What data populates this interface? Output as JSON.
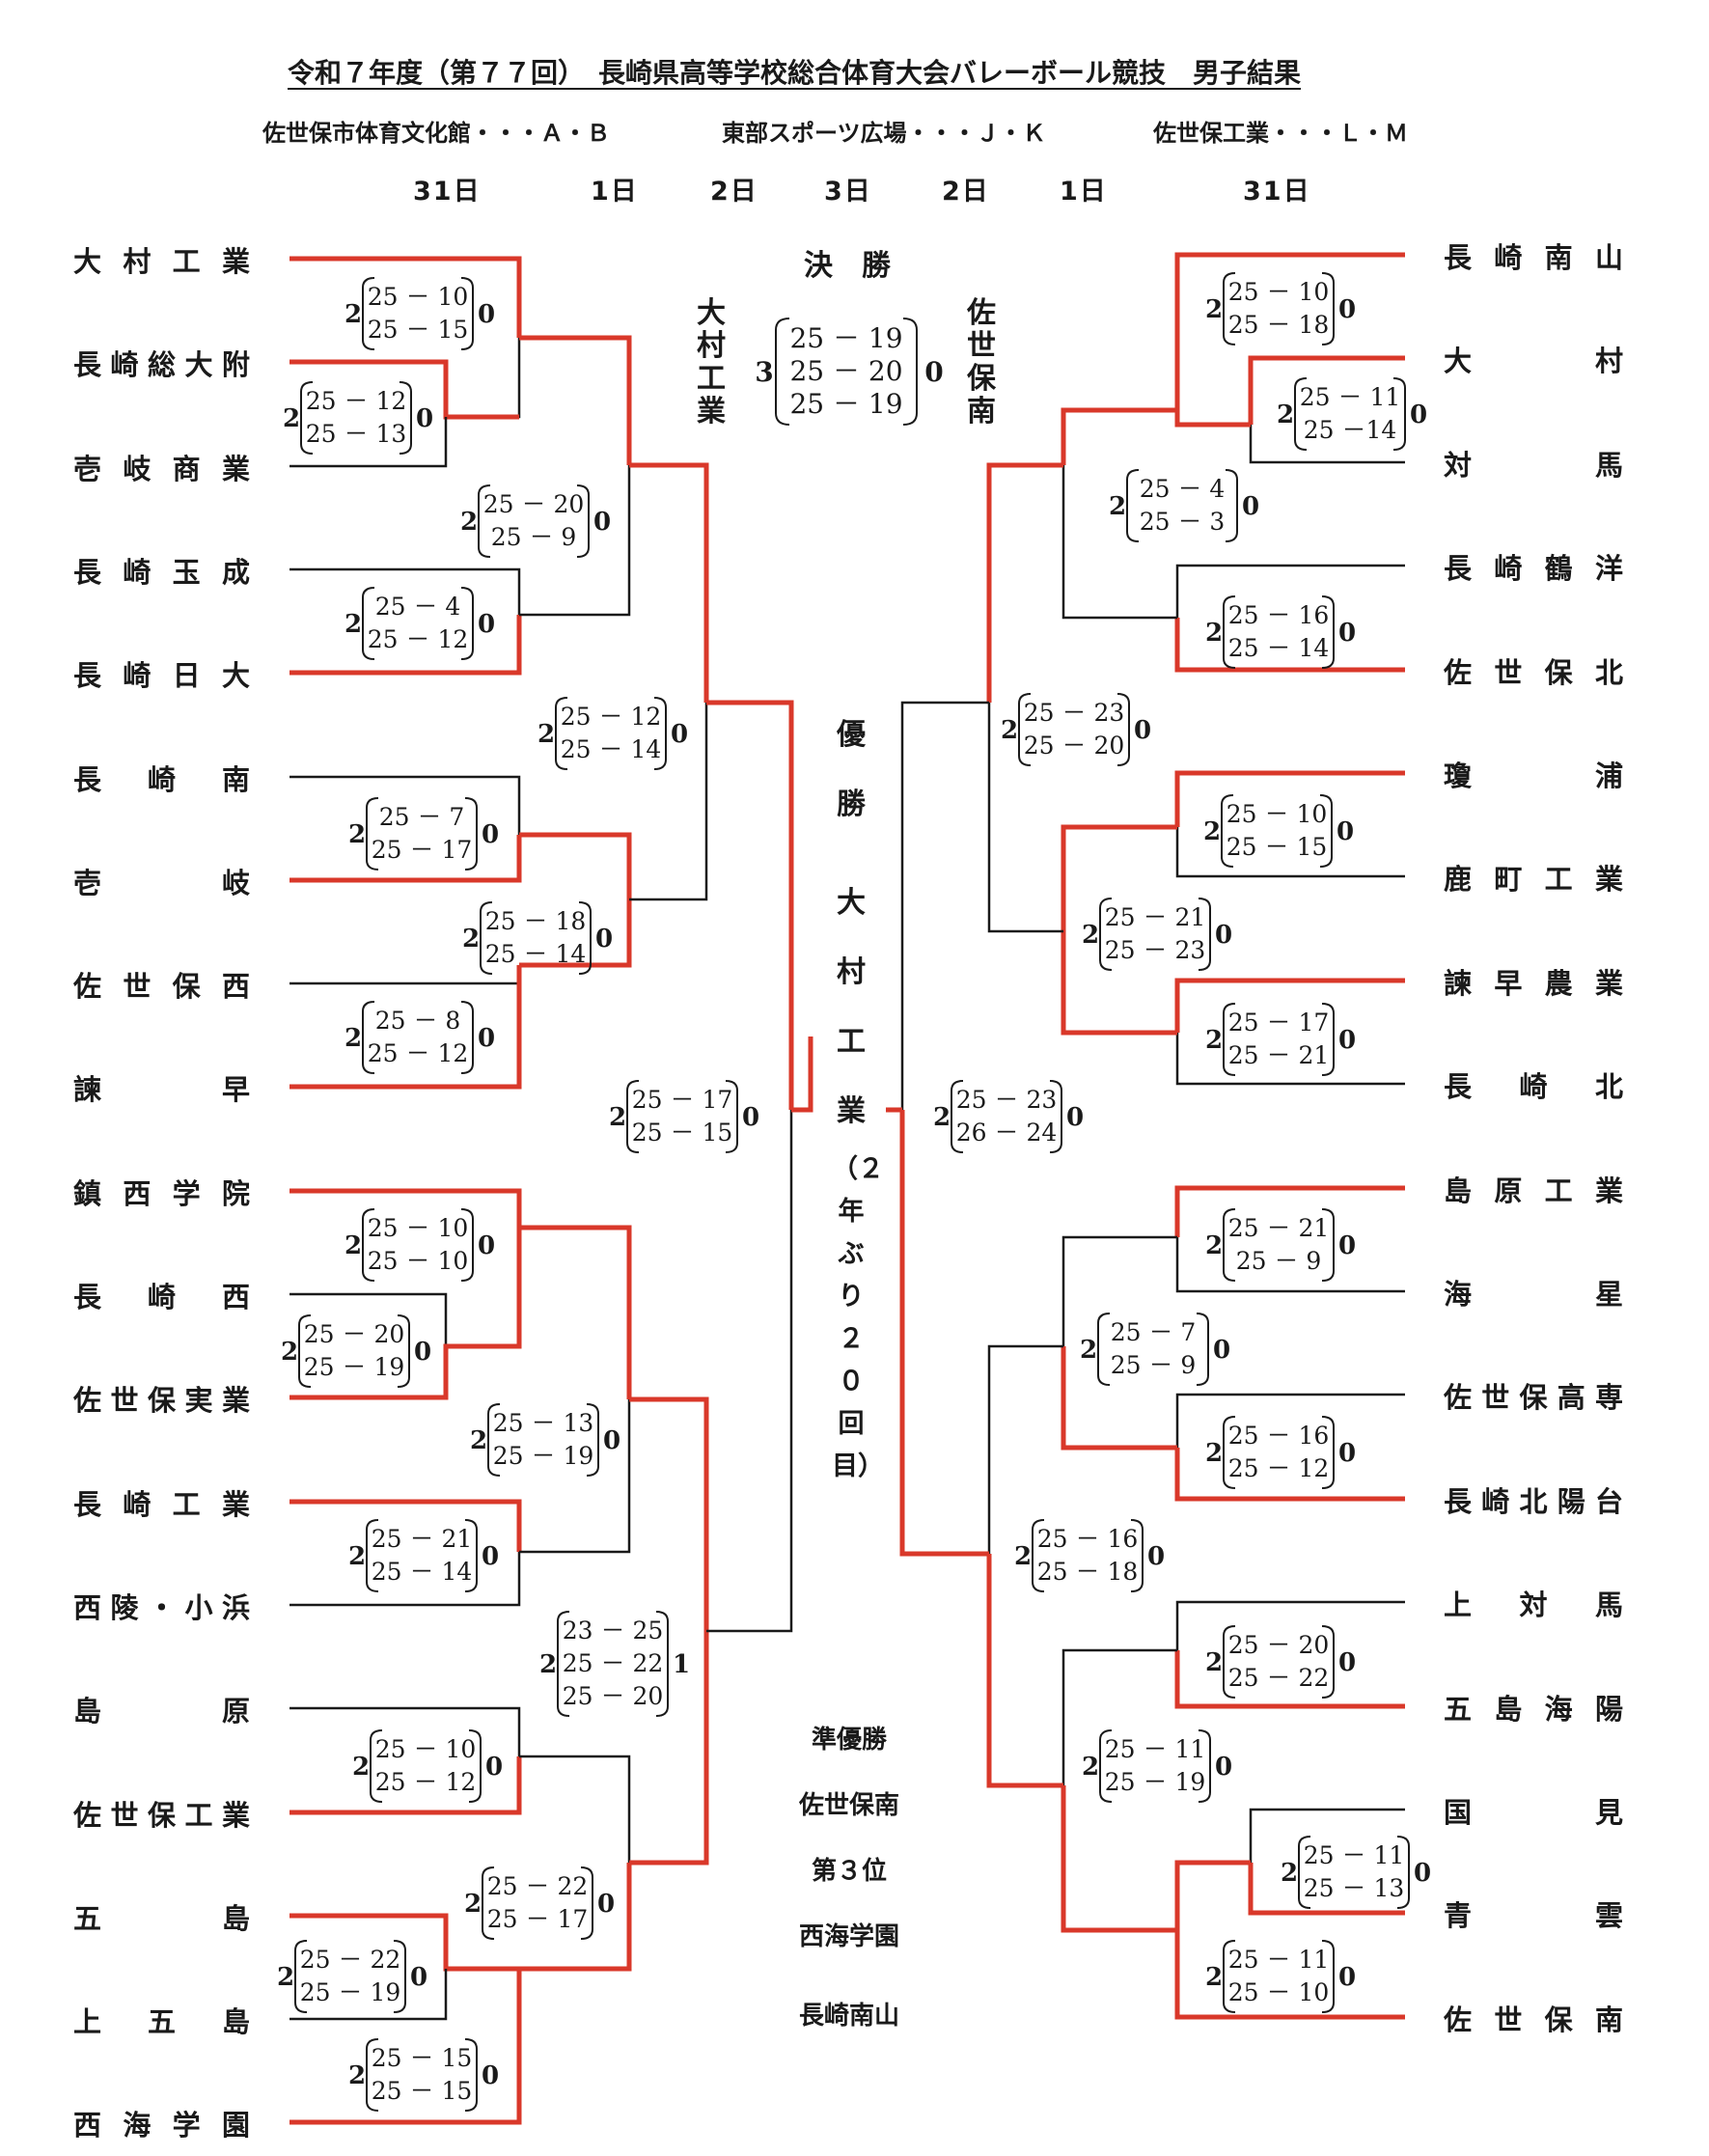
{
  "title": "令和７年度（第７７回）　長崎県高等学校総合体育大会バレーボール競技　男子結果",
  "venues": [
    "佐世保市体育文化館・・・Ａ・Ｂ",
    "東部スポーツ広場・・・Ｊ・Ｋ",
    "佐世保工業・・・Ｌ・Ｍ"
  ],
  "days": {
    "left_r1": "31日",
    "left_r2": "1日",
    "left_r3": "2日",
    "final": "3日",
    "right_r3": "2日",
    "right_r2": "1日",
    "right_r1": "31日"
  },
  "colors": {
    "winner_line": "#d9382a",
    "loser_line": "#1a1a1a",
    "text": "#1a1a1a"
  },
  "left_teams": [
    "大村工業",
    "長崎総大附",
    "壱岐商業",
    "長崎玉成",
    "長崎日大",
    "長崎南",
    "壱岐",
    "佐世保西",
    "諫早",
    "鎮西学院",
    "長崎西",
    "佐世保実業",
    "長崎工業",
    "西陵・小浜",
    "島原",
    "佐世保工業",
    "五島",
    "上五島",
    "西海学園"
  ],
  "right_teams": [
    "長崎南山",
    "大村",
    "対馬",
    "長崎鶴洋",
    "佐世保北",
    "瓊浦",
    "鹿町工業",
    "諫早農業",
    "長崎北",
    "島原工業",
    "海星",
    "佐世保高専",
    "長崎北陽台",
    "上対馬",
    "五島海陽",
    "国見",
    "青雲",
    "佐世保南"
  ],
  "final": {
    "label": "決　勝",
    "left_team": "大村工業",
    "right_team": "佐世保南",
    "left_sets": "3",
    "right_sets": "0",
    "scores": [
      "25 － 19",
      "25 － 20",
      "25 － 19"
    ]
  },
  "champion": {
    "label": "優勝",
    "team": "大村工業",
    "note": "（２年ぶり２０回目）"
  },
  "results": {
    "runner_up_label": "準優勝",
    "runner_up": "佐世保南",
    "third_label": "第３位",
    "third": [
      "西海学園",
      "長崎南山"
    ]
  },
  "matches": [
    {
      "w": "2",
      "l": "0",
      "s": [
        "25 － 10",
        "25 － 15"
      ]
    },
    {
      "w": "2",
      "l": "0",
      "s": [
        "25 － 12",
        "25 － 13"
      ]
    },
    {
      "w": "2",
      "l": "0",
      "s": [
        "25 － 20",
        "25 －  9"
      ]
    },
    {
      "w": "2",
      "l": "0",
      "s": [
        "25 －  4",
        "25 － 12"
      ]
    },
    {
      "w": "2",
      "l": "0",
      "s": [
        "25 － 12",
        "25 － 14"
      ]
    },
    {
      "w": "2",
      "l": "0",
      "s": [
        "25 －  7",
        "25 － 17"
      ]
    },
    {
      "w": "2",
      "l": "0",
      "s": [
        "25 － 18",
        "25 － 14"
      ]
    },
    {
      "w": "2",
      "l": "0",
      "s": [
        "25 －  8",
        "25 － 12"
      ]
    },
    {
      "w": "2",
      "l": "0",
      "s": [
        "25 － 17",
        "25 － 15"
      ]
    },
    {
      "w": "2",
      "l": "0",
      "s": [
        "25 － 10",
        "25 － 10"
      ]
    },
    {
      "w": "2",
      "l": "0",
      "s": [
        "25 － 20",
        "25 － 19"
      ]
    },
    {
      "w": "2",
      "l": "0",
      "s": [
        "25 － 13",
        "25 － 19"
      ]
    },
    {
      "w": "2",
      "l": "0",
      "s": [
        "25 － 21",
        "25 － 14"
      ]
    },
    {
      "w": "2",
      "l": "1",
      "s": [
        "23 － 25",
        "25 － 22",
        "25 － 20"
      ]
    },
    {
      "w": "2",
      "l": "0",
      "s": [
        "25 － 10",
        "25 － 12"
      ]
    },
    {
      "w": "2",
      "l": "0",
      "s": [
        "25 － 22",
        "25 － 17"
      ]
    },
    {
      "w": "2",
      "l": "0",
      "s": [
        "25 － 22",
        "25 － 19"
      ]
    },
    {
      "w": "2",
      "l": "0",
      "s": [
        "25 － 15",
        "25 － 15"
      ]
    },
    {
      "w": "2",
      "l": "0",
      "s": [
        "25 － 10",
        "25 － 18"
      ]
    },
    {
      "w": "2",
      "l": "0",
      "s": [
        "25 － 11",
        "25 －14"
      ]
    },
    {
      "w": "2",
      "l": "0",
      "s": [
        "25 －  4",
        "25 －  3"
      ]
    },
    {
      "w": "2",
      "l": "0",
      "s": [
        "25 － 16",
        "25 － 14"
      ]
    },
    {
      "w": "2",
      "l": "0",
      "s": [
        "25 － 23",
        "25 － 20"
      ]
    },
    {
      "w": "2",
      "l": "0",
      "s": [
        "25 － 10",
        "25 － 15"
      ]
    },
    {
      "w": "2",
      "l": "0",
      "s": [
        "25 － 21",
        "25 － 23"
      ]
    },
    {
      "w": "2",
      "l": "0",
      "s": [
        "25 － 17",
        "25 － 21"
      ]
    },
    {
      "w": "2",
      "l": "0",
      "s": [
        "25 － 23",
        "26 － 24"
      ]
    },
    {
      "w": "2",
      "l": "0",
      "s": [
        "25 － 21",
        "25 －  9"
      ]
    },
    {
      "w": "2",
      "l": "0",
      "s": [
        "25 －  7",
        "25 －  9"
      ]
    },
    {
      "w": "2",
      "l": "0",
      "s": [
        "25 － 16",
        "25 － 12"
      ]
    },
    {
      "w": "2",
      "l": "0",
      "s": [
        "25 － 16",
        "25 － 18"
      ]
    },
    {
      "w": "2",
      "l": "0",
      "s": [
        "25 － 20",
        "25 － 22"
      ]
    },
    {
      "w": "2",
      "l": "0",
      "s": [
        "25 － 11",
        "25 － 19"
      ]
    },
    {
      "w": "2",
      "l": "0",
      "s": [
        "25 － 11",
        "25 － 13"
      ]
    },
    {
      "w": "2",
      "l": "0",
      "s": [
        "25 － 11",
        "25 － 10"
      ]
    }
  ]
}
